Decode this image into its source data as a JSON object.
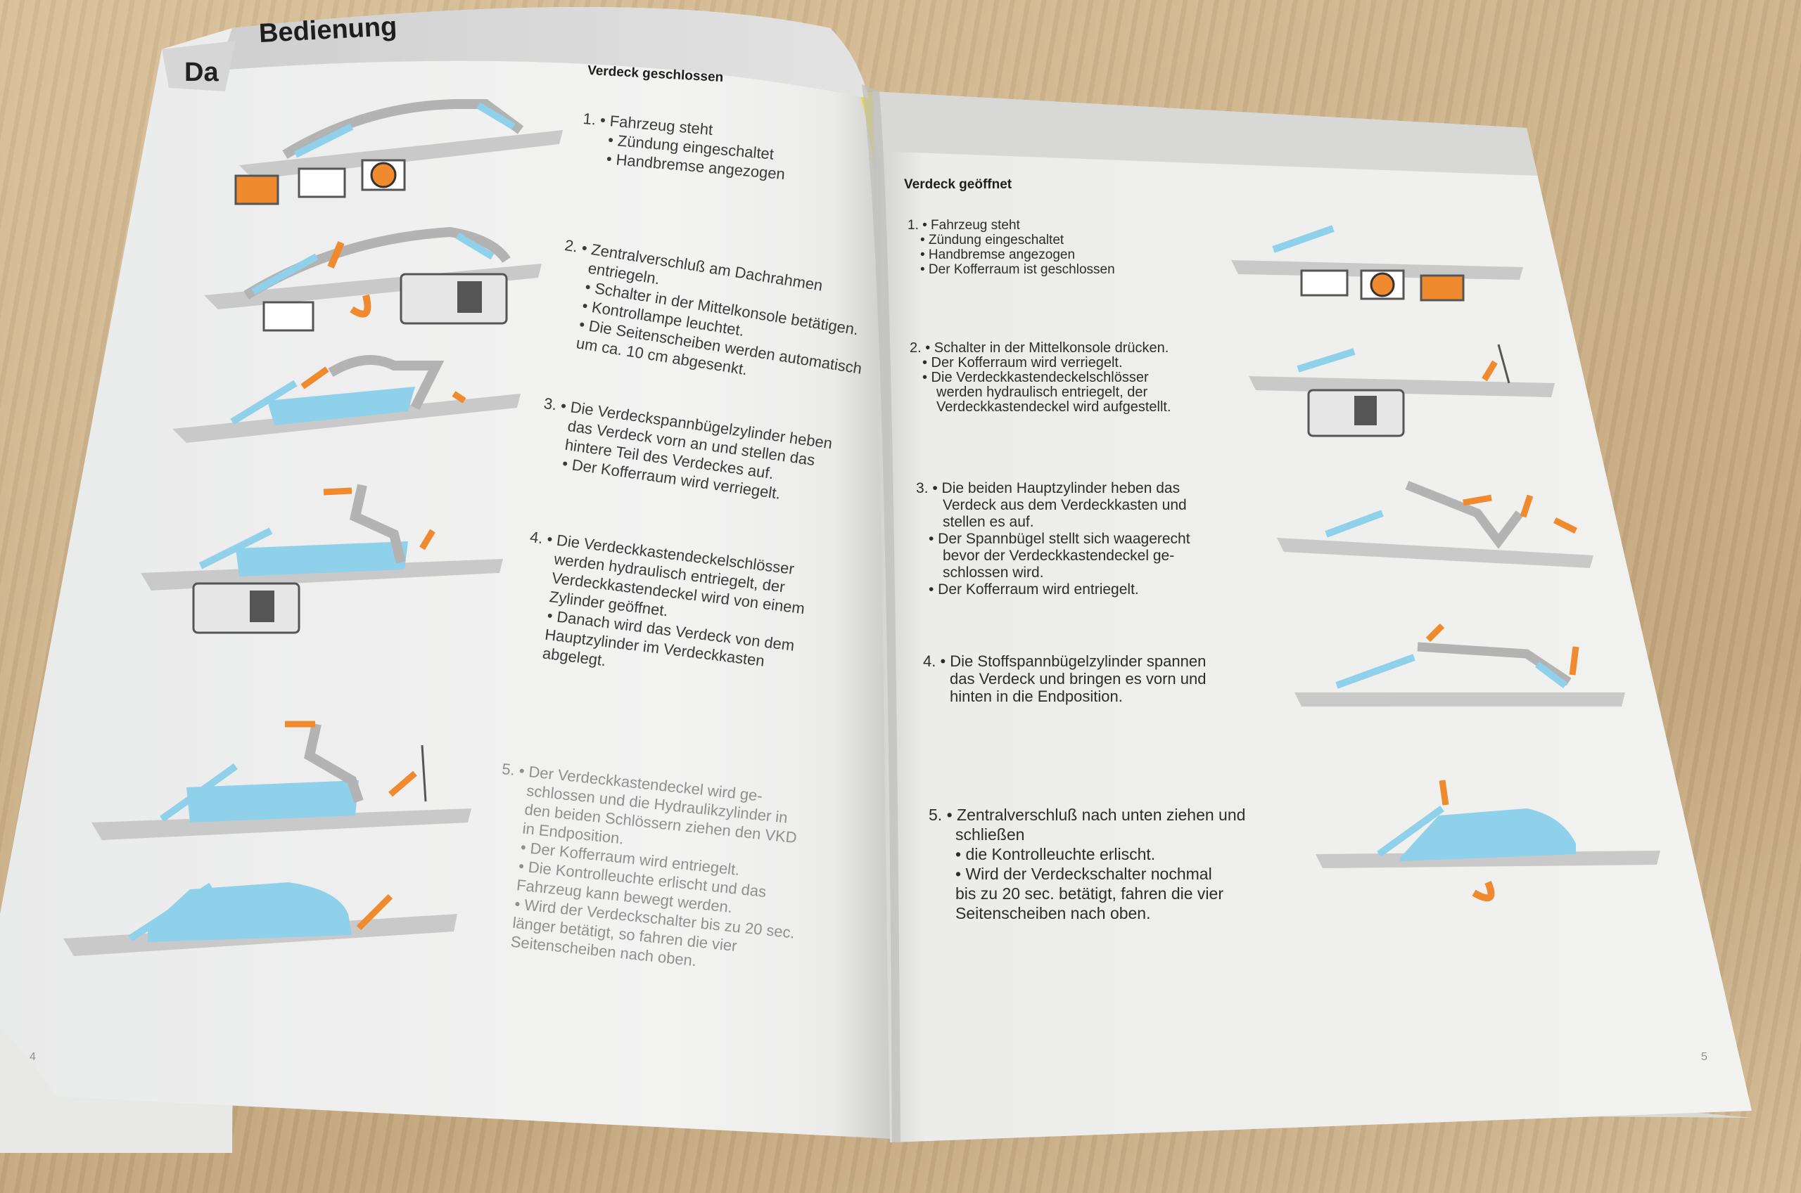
{
  "left_page": {
    "behind_page_title": "Da",
    "section_title": "Bedienung",
    "subsection": "Verdeck geschlossen",
    "page_number": "4",
    "steps": [
      {
        "lines": [
          "1. • Fahrzeug steht",
          "• Zündung eingeschaltet",
          "• Handbremse angezogen"
        ]
      },
      {
        "lines": [
          "2. • Zentralverschluß am Dachrahmen",
          "entriegeln.",
          "• Schalter in der Mittelkonsole betätigen.",
          "• Kontrollampe leuchtet.",
          "• Die Seitenscheiben werden automatisch",
          "um ca. 10 cm abgesenkt."
        ]
      },
      {
        "lines": [
          "3. • Die Verdeckspannbügelzylinder heben",
          "das Verdeck vorn an und stellen das",
          "hintere Teil des Verdeckes auf.",
          "• Der Kofferraum wird verriegelt."
        ]
      },
      {
        "lines": [
          "4. • Die Verdeckkastendeckelschlösser",
          "werden hydraulisch entriegelt, der",
          "Verdeckkastendeckel wird von einem",
          "Zylinder geöffnet.",
          "• Danach wird das Verdeck von dem",
          "Hauptzylinder im Verdeckkasten",
          "abgelegt."
        ]
      },
      {
        "lines": [
          "5. • Der Verdeckkastendeckel wird ge-",
          "schlossen und die Hydraulikzylinder in",
          "den beiden Schlössern ziehen den VKD",
          "in Endposition.",
          "• Der Kofferraum wird entriegelt.",
          "• Die Kontrolleuchte erlischt und das",
          "Fahrzeug kann bewegt werden.",
          "• Wird der Verdeckschalter bis zu 20 sec.",
          "länger betätigt, so fahren die vier",
          "Seitenscheiben nach oben."
        ]
      }
    ]
  },
  "right_page": {
    "subsection": "Verdeck geöffnet",
    "page_number": "5",
    "steps": [
      {
        "lines": [
          "1. • Fahrzeug steht",
          "• Zündung eingeschaltet",
          "• Handbremse angezogen",
          "• Der Kofferraum ist geschlossen"
        ]
      },
      {
        "lines": [
          "2. • Schalter in der Mittelkonsole drücken.",
          "• Der Kofferraum wird verriegelt.",
          "• Die Verdeckkastendeckelschlösser",
          "werden hydraulisch entriegelt, der",
          "Verdeckkastendeckel wird aufgestellt."
        ]
      },
      {
        "lines": [
          "3. • Die beiden Hauptzylinder heben das",
          "Verdeck aus dem Verdeckkasten und",
          "stellen es auf.",
          "• Der Spannbügel stellt sich waagerecht",
          "bevor der Verdeckkastendeckel ge-",
          "schlossen wird.",
          "• Der Kofferraum wird entriegelt."
        ]
      },
      {
        "lines": [
          "4. • Die Stoffspannbügelzylinder spannen",
          "das Verdeck und bringen es vorn und",
          "hinten in die Endposition."
        ]
      },
      {
        "lines": [
          "5. • Zentralverschluß nach unten ziehen und",
          "schließen",
          "• die Kontrolleuchte erlischt.",
          "• Wird der Verdeckschalter nochmal",
          "bis zu 20 sec. betätigt, fahren die vier",
          "Seitenscheiben nach oben."
        ]
      }
    ]
  },
  "colors": {
    "roof_blue": "#8fd0ea",
    "arrow_orange": "#f08a2e",
    "car_grey": "#c9c9c9",
    "header_grey": "#d4d4d4"
  }
}
